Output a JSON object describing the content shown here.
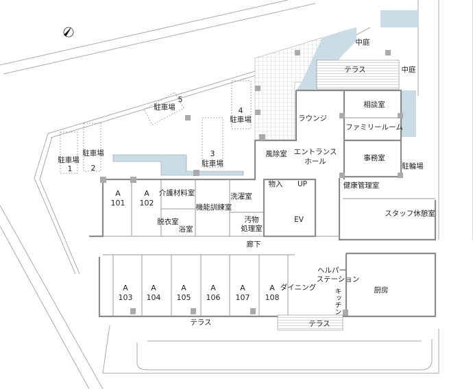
{
  "colors": {
    "water": "#c9dce6",
    "wall": "#8a8a8a",
    "column": "#a9a9a9",
    "line": "#9a9a9a"
  },
  "north_arrow": "north-arrow",
  "rooms": {
    "courtyard_1": "中庭",
    "courtyard_2": "中庭",
    "terrace_north": "テラス",
    "terrace_south_1": "テラス",
    "terrace_south_2": "テラス",
    "lounge": "ラウンジ",
    "consultation": "相談室",
    "family_room": "ファミリールーム",
    "office": "事務室",
    "windbreak": "風除室",
    "entrance_hall_1": "エントランス",
    "entrance_hall_2": "ホール",
    "bicycle_parking": "駐輪場",
    "storage": "物入",
    "up": "UP",
    "health_room": "健康管理室",
    "staff_room": "スタッフ休憩室",
    "ev": "EV",
    "care_supply": "介護材料室",
    "rehab": "機能訓練室",
    "laundry": "洗濯室",
    "dressing": "脱衣室",
    "bath": "浴室",
    "soiled_1": "汚物",
    "soiled_2": "処理室",
    "corridor": "廊下",
    "dining": "ダイニング",
    "helper_1": "ヘルパー",
    "helper_2": "ステーション",
    "kitchen": "キッチン",
    "main_kitchen": "厨房"
  },
  "units": [
    {
      "type": "A",
      "number": "101"
    },
    {
      "type": "A",
      "number": "102"
    },
    {
      "type": "A",
      "number": "103"
    },
    {
      "type": "A",
      "number": "104"
    },
    {
      "type": "A",
      "number": "105"
    },
    {
      "type": "A",
      "number": "106"
    },
    {
      "type": "A",
      "number": "107"
    },
    {
      "type": "A",
      "number": "108"
    }
  ],
  "parking": [
    {
      "label": "駐車場",
      "number": "1"
    },
    {
      "label": "駐車場",
      "number": "2"
    },
    {
      "label": "駐車場",
      "number": "3"
    },
    {
      "label": "駐車場",
      "number": "4"
    },
    {
      "label": "駐車場",
      "number": "5"
    }
  ]
}
